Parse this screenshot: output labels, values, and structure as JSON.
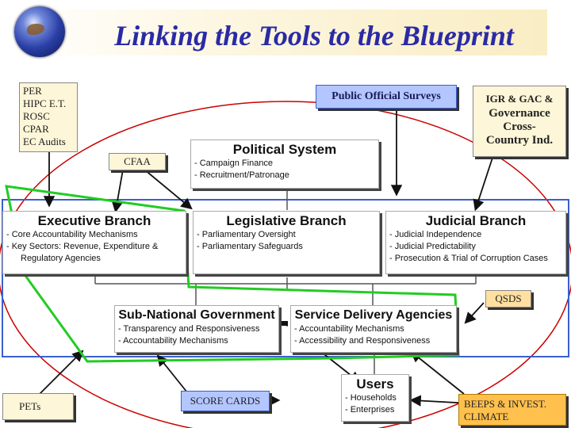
{
  "title": "Linking the Tools to the Blueprint",
  "tools": {
    "per_list": [
      "PER",
      "HIPC E.T.",
      "ROSC",
      "CPAR",
      "EC Audits"
    ],
    "public_official_surveys": "Public Official Surveys",
    "igr_gac_line1": "IGR & GAC &",
    "igr_gac_line2": "Governance",
    "igr_gac_line3": "Cross-",
    "igr_gac_line4": "Country Ind.",
    "cfaa": "CFAA",
    "qsds": "QSDS",
    "pets": "PETs",
    "score_cards": "SCORE CARDS",
    "beeps_line1": "BEEPS & INVEST.",
    "beeps_line2": "CLIMATE"
  },
  "political_system": {
    "title": "Political System",
    "items": [
      "- Campaign Finance",
      "- Recruitment/Patronage"
    ]
  },
  "executive_branch": {
    "title": "Executive Branch",
    "items": [
      "- Core Accountability Mechanisms",
      "- Key Sectors: Revenue, Expenditure &",
      "Regulatory Agencies"
    ]
  },
  "legislative_branch": {
    "title": "Legislative Branch",
    "items": [
      "- Parliamentary Oversight",
      "- Parliamentary Safeguards"
    ]
  },
  "judicial_branch": {
    "title": "Judicial Branch",
    "items": [
      "- Judicial Independence",
      "- Judicial Predictability",
      "- Prosecution & Trial of Corruption Cases"
    ]
  },
  "subnational": {
    "title": "Sub-National Government",
    "items": [
      "- Transparency and Responsiveness",
      "- Accountability Mechanisms"
    ]
  },
  "service_delivery": {
    "title": "Service Delivery Agencies",
    "items": [
      "- Accountability Mechanisms",
      "- Accessibility and Responsiveness"
    ]
  },
  "users": {
    "title": "Users",
    "items": [
      "- Households",
      "- Enterprises"
    ]
  },
  "colors": {
    "title": "#2a2aa6",
    "tool_box": "#fdf6d8",
    "tool_box_blue": "#b3c6ff",
    "qsds_box": "#ffe0a0",
    "beeps_box": "#ffc04d",
    "red_ellipse": "#cc0000",
    "blue_band": "#3a5fd0",
    "green_outline": "#22cc22"
  }
}
